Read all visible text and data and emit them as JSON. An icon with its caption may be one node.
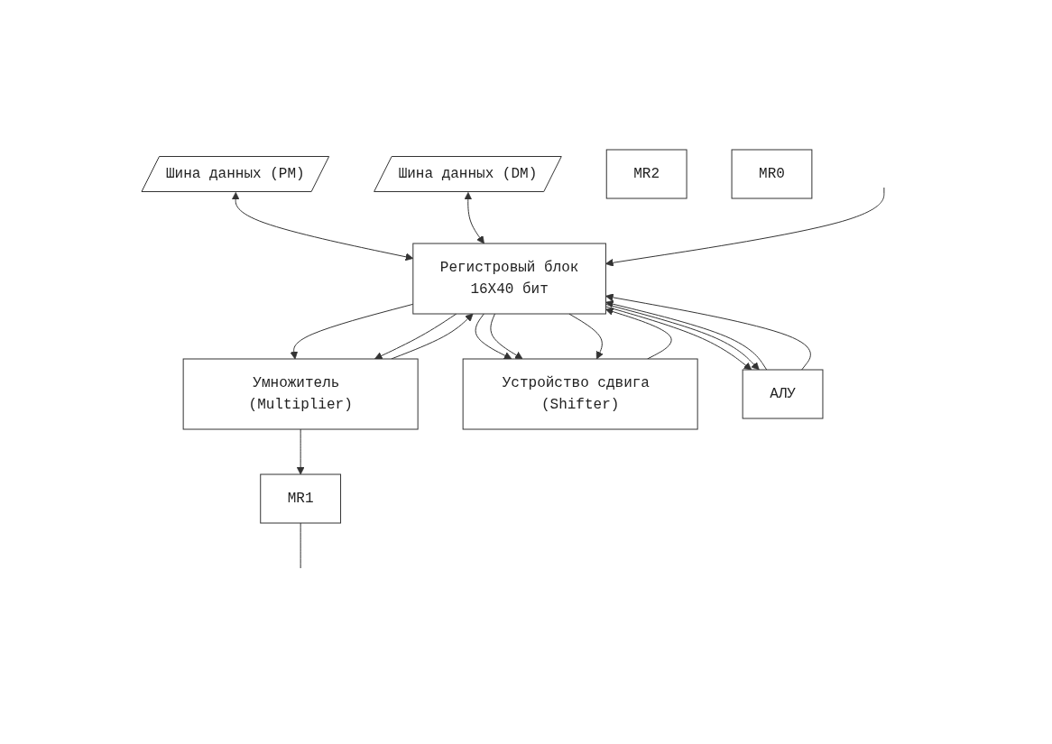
{
  "diagram": {
    "nodes": [
      {
        "text": [
          "Шина данных (PM)"
        ]
      },
      {
        "text": [
          "Шина данных (DM)"
        ]
      },
      {
        "text": [
          "Регистровый блок",
          "16X40 бит"
        ]
      },
      {
        "text": [
          "Умножитель (Multiplier)"
        ]
      },
      {
        "text": [
          "Устройство сдвига (Shifter)"
        ]
      },
      {
        "text": [
          "АЛУ"
        ]
      },
      {
        "text": [
          "MR2"
        ]
      },
      {
        "text": [
          "MR1"
        ]
      },
      {
        "text": [
          "MR0"
        ]
      }
    ],
    "edges": [
      {
        "from": 0,
        "to": 2,
        "arrow": "both"
      },
      {
        "from": 1,
        "to": 2,
        "arrow": "both"
      },
      {
        "from": 2,
        "to": 3,
        "arrow": "to"
      },
      {
        "from": 2,
        "to": 3,
        "arrow": "to"
      },
      {
        "from": 2,
        "to": 4,
        "arrow": "to"
      },
      {
        "from": 2,
        "to": 4,
        "arrow": "to"
      },
      {
        "from": 2,
        "to": 4,
        "arrow": "to"
      },
      {
        "from": 2,
        "to": 5,
        "arrow": "to"
      },
      {
        "from": 2,
        "to": 5,
        "arrow": "to"
      },
      {
        "from": 3,
        "to": 2,
        "arrow": "to"
      },
      {
        "from": 3,
        "to": 7,
        "arrow": "to"
      },
      {
        "from": 4,
        "to": 2,
        "arrow": "to"
      },
      {
        "from": 5,
        "to": 2,
        "arrow": "to"
      },
      {
        "from": 5,
        "to": 2,
        "arrow": "to"
      },
      {
        "from": 7,
        "to": null,
        "arrow": "none"
      },
      {
        "from": null,
        "to": 2,
        "arrow": "to"
      }
    ]
  }
}
